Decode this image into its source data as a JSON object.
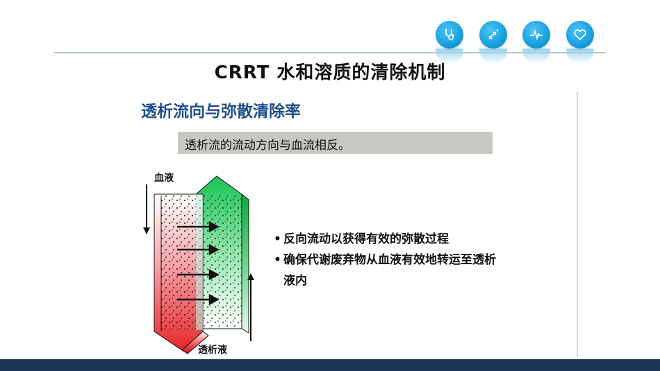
{
  "slide": {
    "title": "CRRT  水和溶质的清除机制"
  },
  "header_icons": [
    {
      "name": "stethoscope-icon"
    },
    {
      "name": "syringe-icon"
    },
    {
      "name": "heartbeat-icon"
    },
    {
      "name": "heart-icon"
    }
  ],
  "panel": {
    "subtitle": "透析流向与弥散清除率",
    "banner": "透析流的流动方向与血流相反。",
    "diagram": {
      "blood_label": "血液",
      "dialysate_label": "透析液"
    },
    "bullets": [
      "反向流动以获得有效的弥散过程",
      "确保代谢废弃物从血液有效地转运至透析液内"
    ]
  },
  "colors": {
    "accent": "#1aa3e0",
    "subtitle": "#1f4e8c",
    "footer": "#1d3557",
    "blood": "#e8262b",
    "dialysate": "#22c55e"
  }
}
